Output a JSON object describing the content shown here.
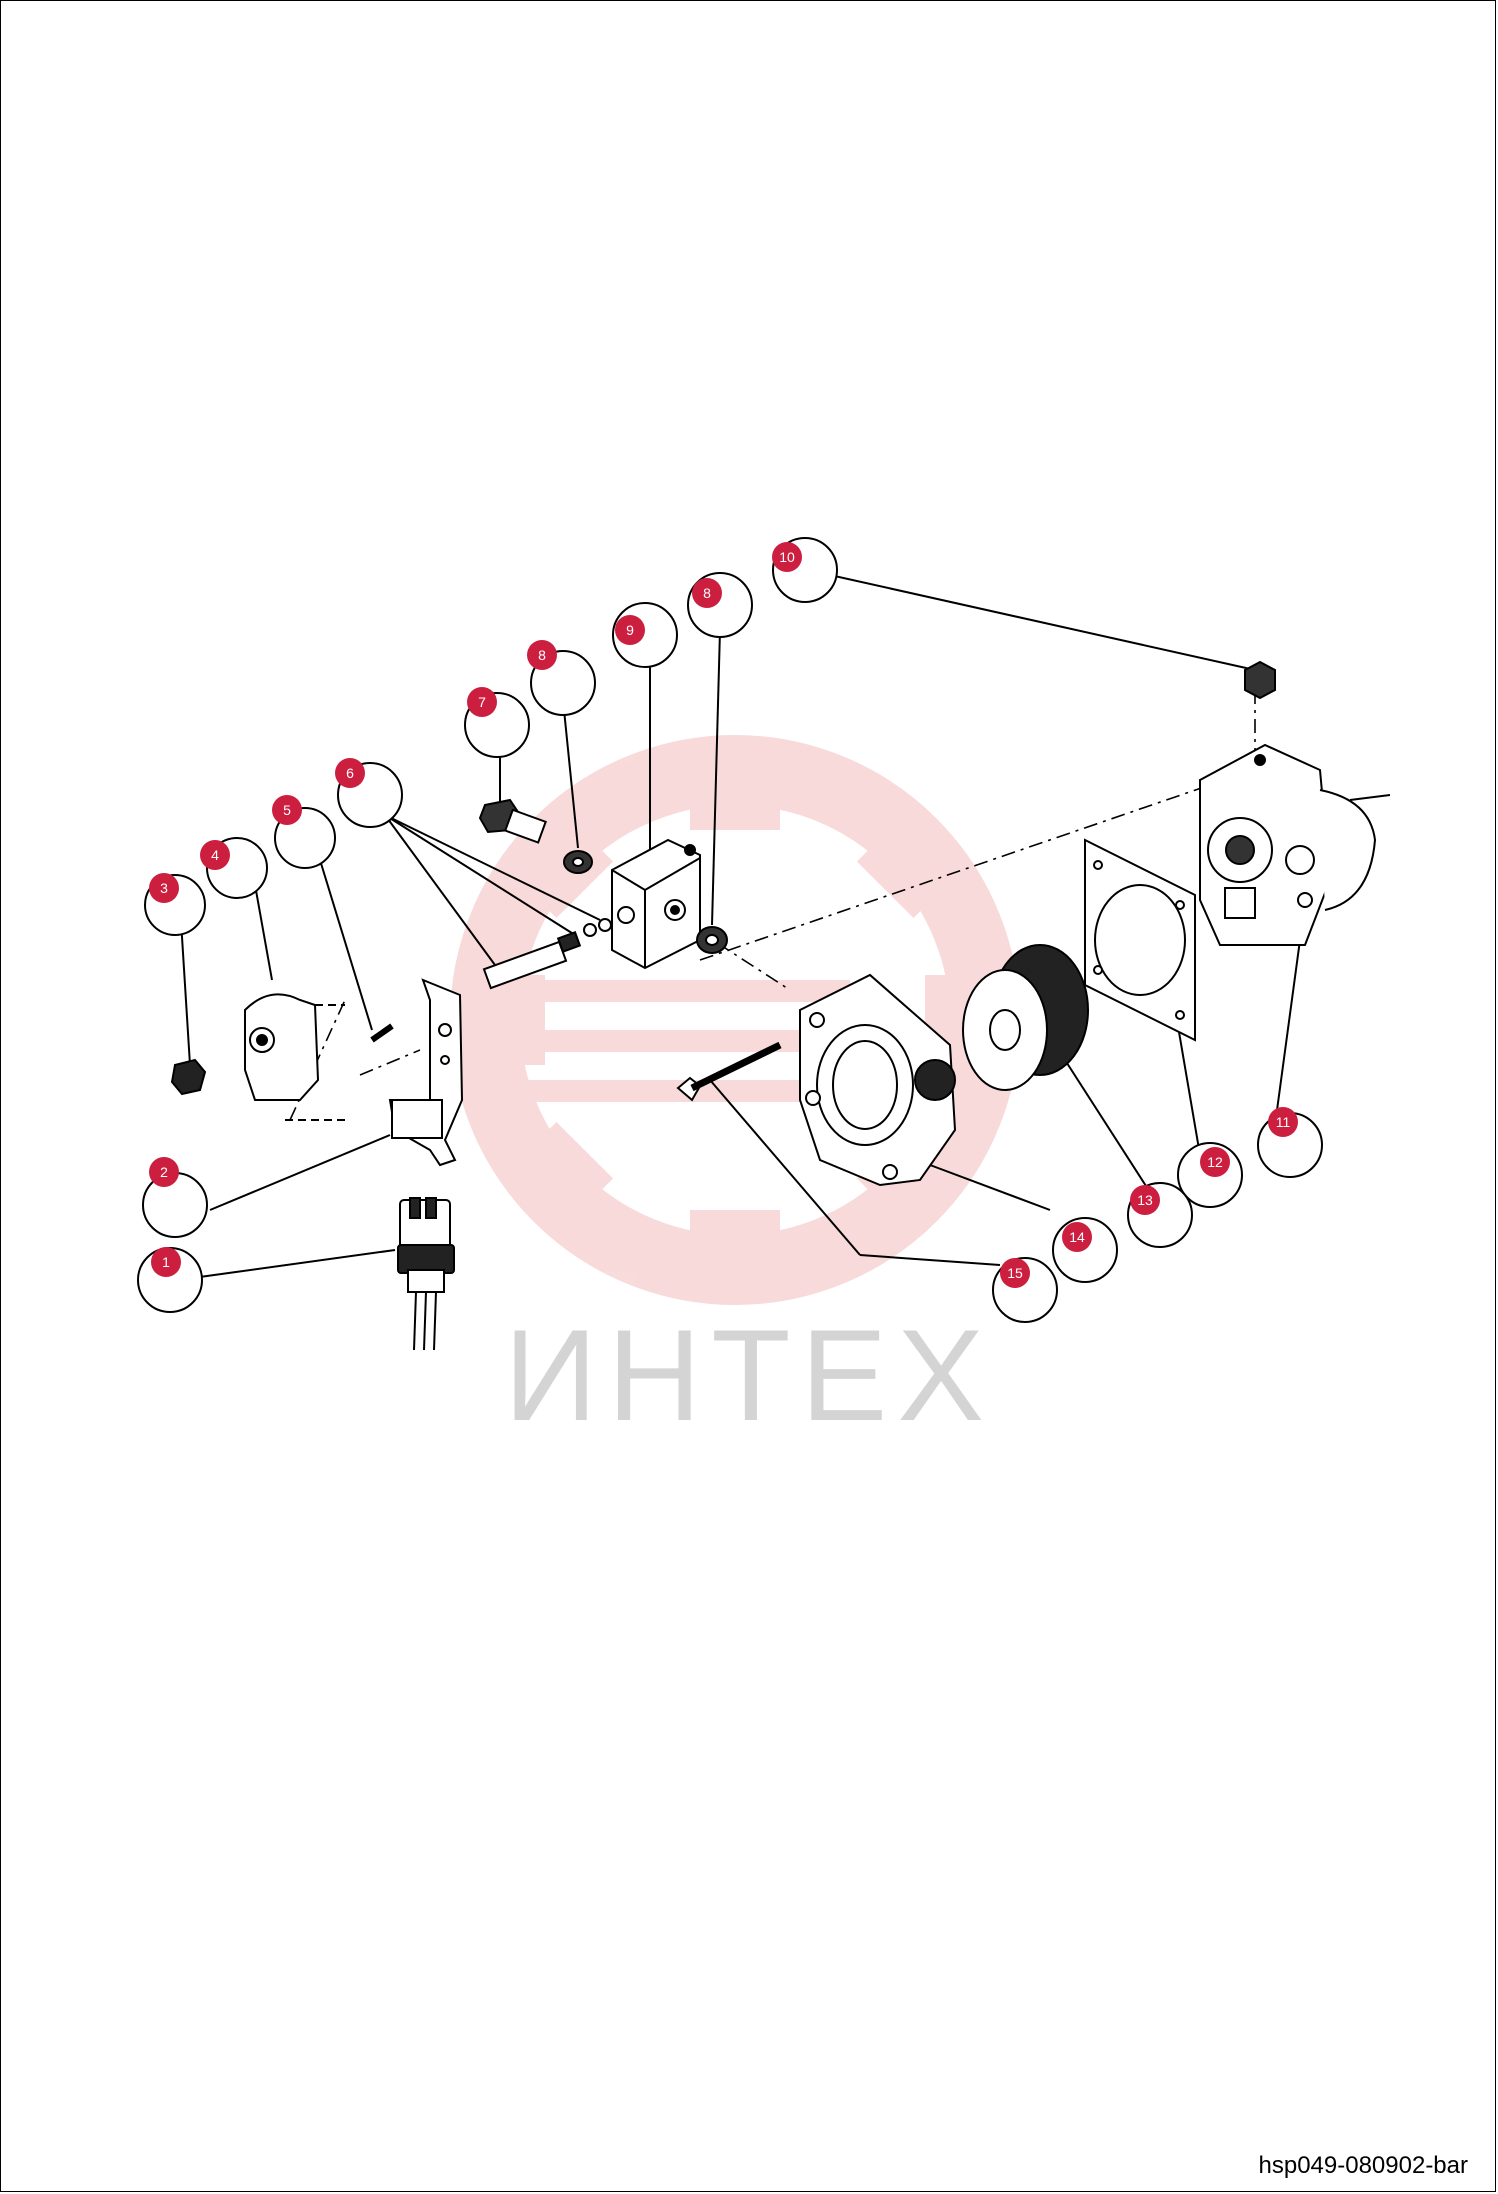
{
  "watermark": {
    "text": "ИНТЕХ",
    "logo": "gear-logo"
  },
  "caption": "hsp049-080902-bar",
  "colors": {
    "badge": "#cc1f40",
    "watermark": "#f3c7c7",
    "line": "#000000"
  },
  "callouts": [
    {
      "id": "1",
      "label": "1"
    },
    {
      "id": "2",
      "label": "2"
    },
    {
      "id": "3",
      "label": "3"
    },
    {
      "id": "4",
      "label": "4"
    },
    {
      "id": "5",
      "label": "5"
    },
    {
      "id": "6",
      "label": "6"
    },
    {
      "id": "7",
      "label": "7"
    },
    {
      "id": "8a",
      "label": "8"
    },
    {
      "id": "9",
      "label": "9"
    },
    {
      "id": "8b",
      "label": "8"
    },
    {
      "id": "10",
      "label": "10"
    },
    {
      "id": "11",
      "label": "11"
    },
    {
      "id": "12",
      "label": "12"
    },
    {
      "id": "13",
      "label": "13"
    },
    {
      "id": "14",
      "label": "14"
    },
    {
      "id": "15",
      "label": "15"
    }
  ]
}
